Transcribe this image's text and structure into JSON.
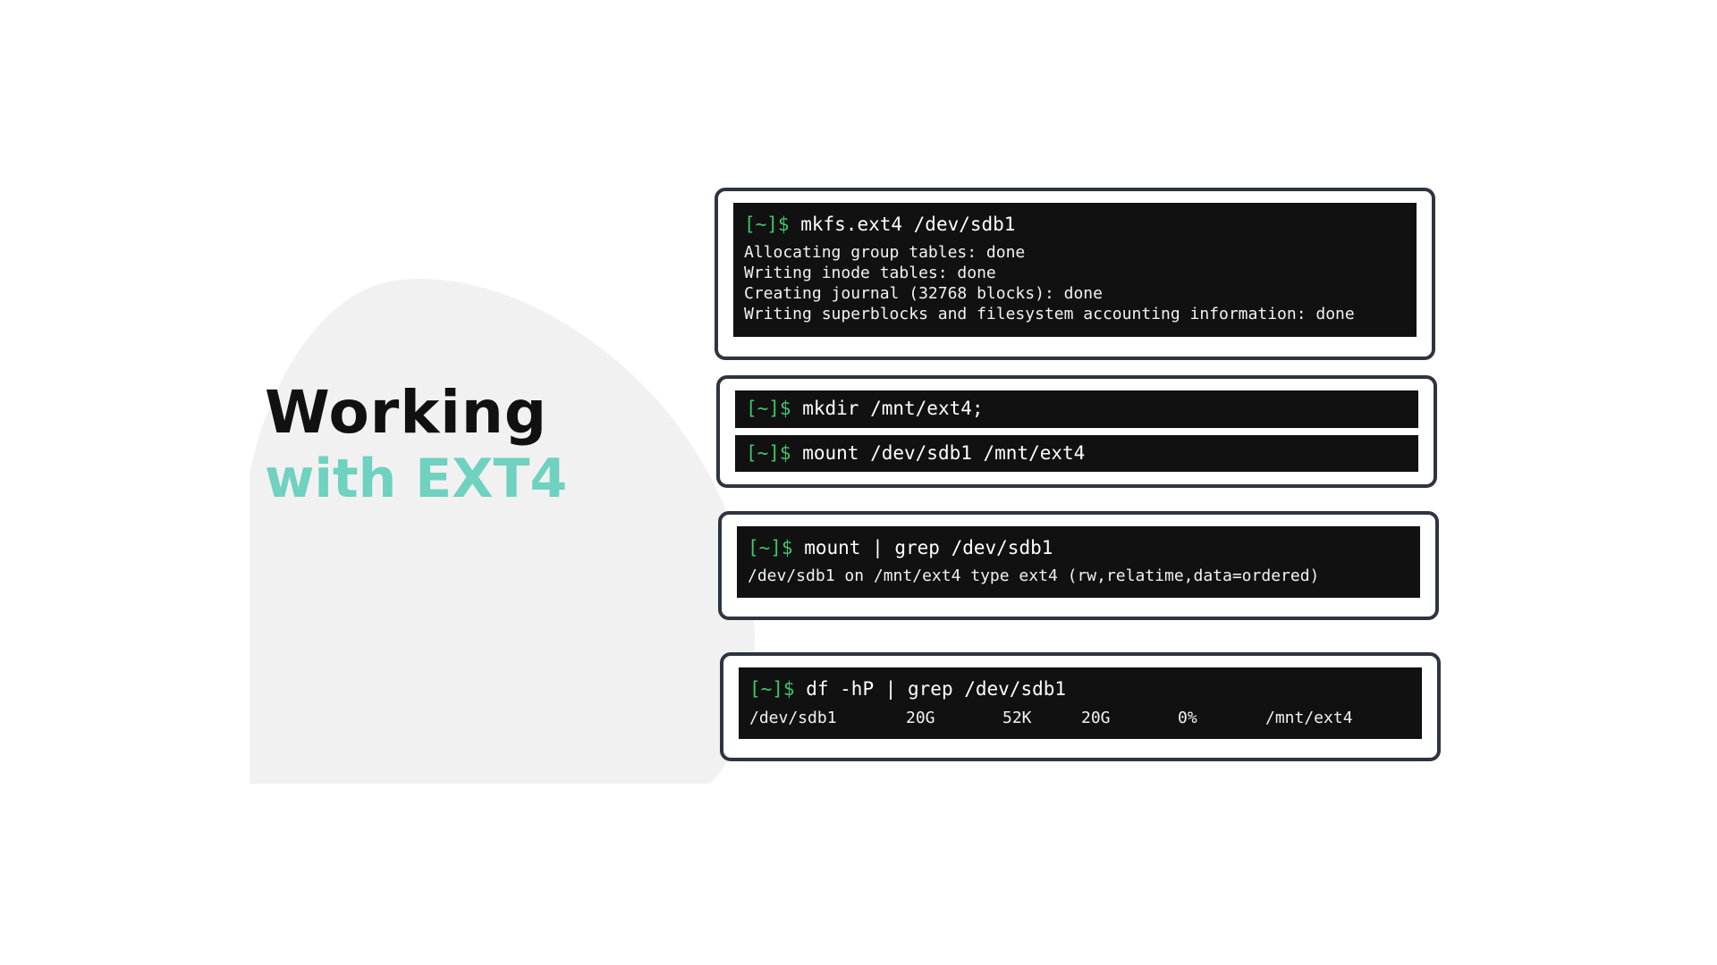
{
  "title": {
    "line1": "Working",
    "line2": "with EXT4"
  },
  "prompt": "[~]$",
  "card1": {
    "command": "mkfs.ext4 /dev/sdb1",
    "output": [
      "Allocating group tables: done",
      "Writing inode tables: done",
      "Creating journal (32768 blocks): done",
      "Writing superblocks and filesystem accounting information: done"
    ]
  },
  "card2": {
    "command1": "mkdir /mnt/ext4;",
    "command2": "mount /dev/sdb1 /mnt/ext4"
  },
  "card3": {
    "command": "mount | grep /dev/sdb1",
    "output": "/dev/sdb1 on /mnt/ext4 type ext4 (rw,relatime,data=ordered)"
  },
  "card4": {
    "command": "df -hP | grep /dev/sdb1",
    "row": [
      "/dev/sdb1",
      "20G",
      "52K",
      "20G",
      "0%",
      "/mnt/ext4"
    ]
  },
  "colors": {
    "accent": "#6fd1bf",
    "prompt": "#3ec56b",
    "terminal_bg": "#111111",
    "card_border": "#2e3440",
    "blob": "#f1f1f1"
  }
}
